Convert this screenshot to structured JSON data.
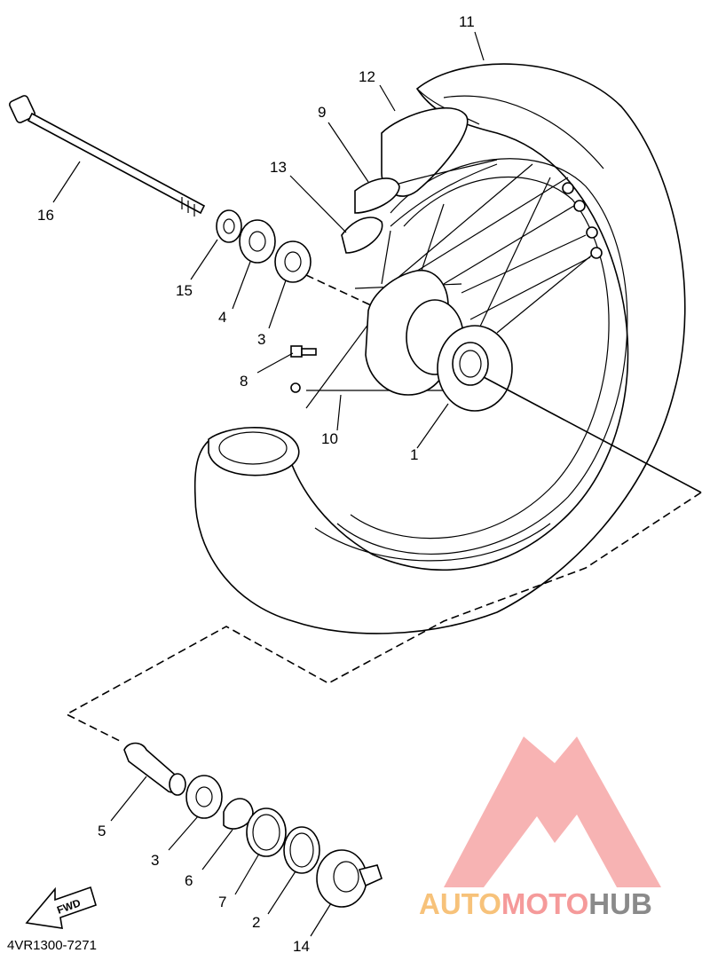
{
  "diagram": {
    "callouts": [
      {
        "id": "c1",
        "text": "1"
      },
      {
        "id": "c2",
        "text": "2"
      },
      {
        "id": "c3a",
        "text": "3"
      },
      {
        "id": "c3b",
        "text": "3"
      },
      {
        "id": "c4",
        "text": "4"
      },
      {
        "id": "c5",
        "text": "5"
      },
      {
        "id": "c6",
        "text": "6"
      },
      {
        "id": "c7",
        "text": "7"
      },
      {
        "id": "c8",
        "text": "8"
      },
      {
        "id": "c9",
        "text": "9"
      },
      {
        "id": "c10",
        "text": "10"
      },
      {
        "id": "c11",
        "text": "11"
      },
      {
        "id": "c12",
        "text": "12"
      },
      {
        "id": "c13",
        "text": "13"
      },
      {
        "id": "c14",
        "text": "14"
      },
      {
        "id": "c15",
        "text": "15"
      },
      {
        "id": "c16",
        "text": "16"
      }
    ],
    "fwd_label": "FWD",
    "diagram_code": "4VR1300-7271"
  },
  "watermark": {
    "part_a": "AUTO",
    "part_b": "MOTO",
    "part_c": "HUB",
    "colors": {
      "auto": "#f7c27a",
      "moto": "#f59a9a",
      "hub": "#8a8a8a",
      "logo": "#f59a9a"
    }
  }
}
